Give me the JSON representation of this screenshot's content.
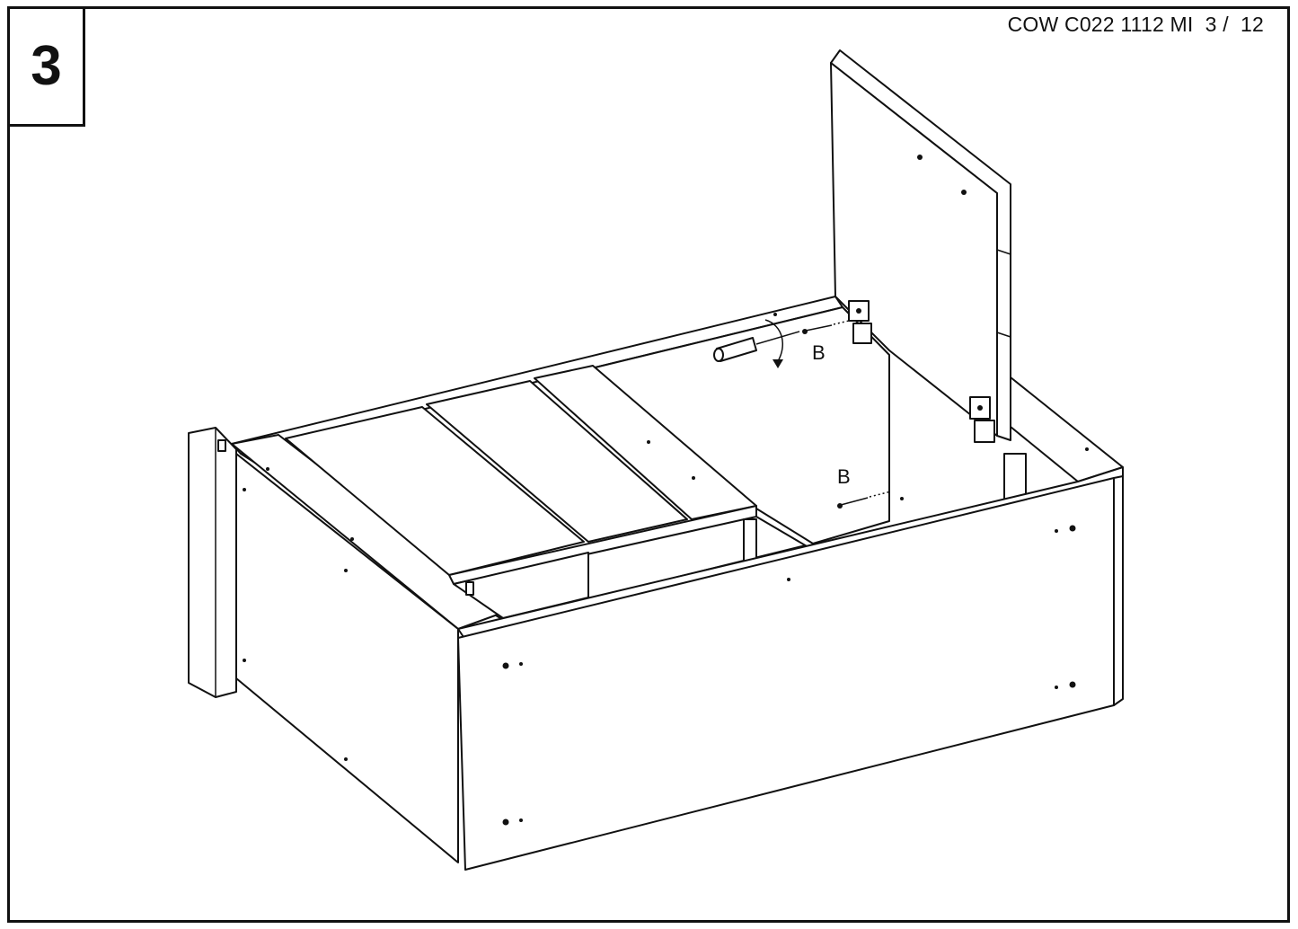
{
  "step": {
    "number": "3"
  },
  "document": {
    "code": "COW C022 1112 MI  3 /  12"
  },
  "labels": {
    "screw_upper": "B",
    "screw_lower": "B"
  },
  "icons": {
    "screwdriver": "screwdriver-icon",
    "rotation_arrow": "rotate-clockwise-icon",
    "screw": "screw-icon"
  }
}
